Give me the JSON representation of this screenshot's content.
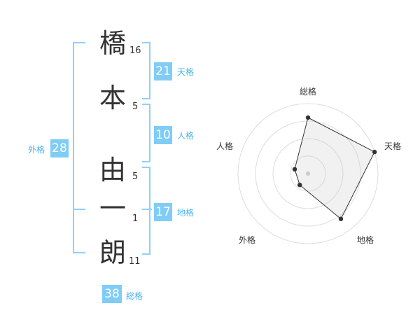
{
  "name": {
    "chars": [
      {
        "char": "橋",
        "strokes": "16"
      },
      {
        "char": "本",
        "strokes": "5"
      },
      {
        "char": "由",
        "strokes": "5"
      },
      {
        "char": "一",
        "strokes": "1"
      },
      {
        "char": "朗",
        "strokes": "11"
      }
    ]
  },
  "fortune": {
    "tenkaku": {
      "value": "21",
      "label": "天格"
    },
    "jinkaku": {
      "value": "10",
      "label": "人格"
    },
    "chikaku": {
      "value": "17",
      "label": "地格"
    },
    "gaikaku": {
      "value": "28",
      "label": "外格"
    },
    "soukaku": {
      "value": "38",
      "label": "総格"
    }
  },
  "colors": {
    "accent": "#7fccf7",
    "bracket": "#8fd0f8",
    "text": "#333333"
  },
  "chart_data": {
    "type": "radar",
    "axes": [
      "総格",
      "天格",
      "地格",
      "外格",
      "人格"
    ],
    "rings": 4,
    "range": [
      0,
      5
    ],
    "values": [
      4,
      5,
      4,
      1,
      1
    ]
  }
}
